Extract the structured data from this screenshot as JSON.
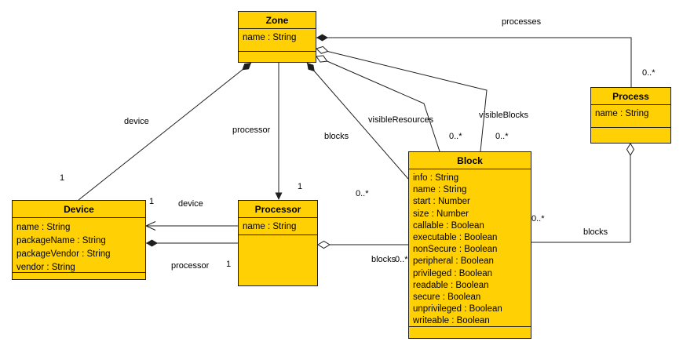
{
  "diagram": {
    "type": "uml-class-diagram",
    "background_color": "#FFFFFF",
    "class_fill_color": "#FFD104",
    "class_border_color": "#1F1F1F",
    "line_color": "#1F1F1F"
  },
  "classes": {
    "zone": {
      "name": "Zone",
      "attributes": [
        "name : String"
      ]
    },
    "process": {
      "name": "Process",
      "attributes": [
        "name : String"
      ]
    },
    "block": {
      "name": "Block",
      "attributes": [
        "info : String",
        "name : String",
        "start : Number",
        "size : Number",
        "callable : Boolean",
        "executable : Boolean",
        "nonSecure : Boolean",
        "peripheral : Boolean",
        "privileged : Boolean",
        "readable : Boolean",
        "secure : Boolean",
        "unprivileged : Boolean",
        "writeable : Boolean"
      ]
    },
    "device": {
      "name": "Device",
      "attributes": [
        "name : String",
        "packageName : String",
        "packageVendor : String",
        "vendor : String"
      ]
    },
    "processor": {
      "name": "Processor",
      "attributes": [
        "name : String"
      ]
    }
  },
  "edges": {
    "zone_device": {
      "label": "device",
      "multiplicity": "1",
      "kind": "composition"
    },
    "zone_processor": {
      "label": "processor",
      "multiplicity": "1",
      "kind": "directed-association"
    },
    "zone_blocks": {
      "label": "blocks",
      "multiplicity": "0..*",
      "kind": "composition"
    },
    "zone_visible_resources": {
      "label": "visibleResources",
      "multiplicity": "0..*",
      "kind": "aggregation"
    },
    "zone_visible_blocks": {
      "label": "visibleBlocks",
      "multiplicity": "0..*",
      "kind": "aggregation"
    },
    "zone_processes": {
      "label": "processes",
      "multiplicity": "0..*",
      "kind": "composition"
    },
    "processor_device": {
      "label": "device",
      "multiplicity": "1",
      "kind": "directed-association"
    },
    "device_processor": {
      "label": "processor",
      "multiplicity": "1",
      "kind": "composition"
    },
    "processor_blocks": {
      "label": "blocks",
      "multiplicity": "0..*",
      "kind": "aggregation"
    },
    "process_blocks": {
      "label": "blocks",
      "multiplicity": "0..*",
      "kind": "aggregation"
    }
  }
}
